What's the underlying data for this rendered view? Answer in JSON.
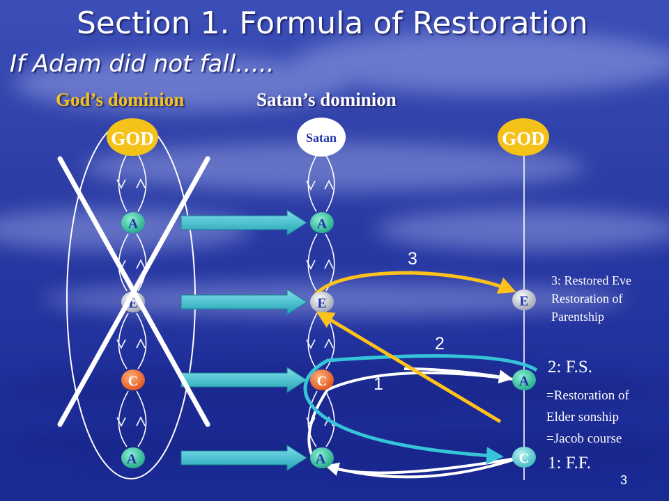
{
  "title": "Section 1. Formula of Restoration",
  "subtitle": "If Adam did not fall…..",
  "labels": {
    "gods_dominion": "God’s dominion",
    "satans_dominion": "Satan’s dominion"
  },
  "columns": {
    "left": {
      "top": "GOD",
      "nodes": [
        "A",
        "E",
        "C",
        "A"
      ]
    },
    "middle": {
      "top": "Satan",
      "nodes": [
        "A",
        "E",
        "C",
        "A"
      ]
    },
    "right": {
      "top": "GOD",
      "nodes": [
        "E",
        "A",
        "C"
      ]
    }
  },
  "step_numbers": {
    "one": "1",
    "two": "2",
    "three": "3"
  },
  "notes": {
    "restored_eve": [
      "3: Restored Eve",
      "Restoration of",
      "Parentship"
    ],
    "fs": "2: F.S.",
    "fs_detail": [
      "=Restoration of",
      "Elder sonship",
      "=Jacob course"
    ],
    "ff": "1: F.F."
  },
  "page_number": "3",
  "colors": {
    "gold": "#f5c21a",
    "green_node": "#3ec9a6",
    "orange_node": "#f06a2a",
    "teal_arrow": "#4fc8d6",
    "cyan_path": "#36c4d8",
    "yellow_path": "#ffc21a"
  }
}
